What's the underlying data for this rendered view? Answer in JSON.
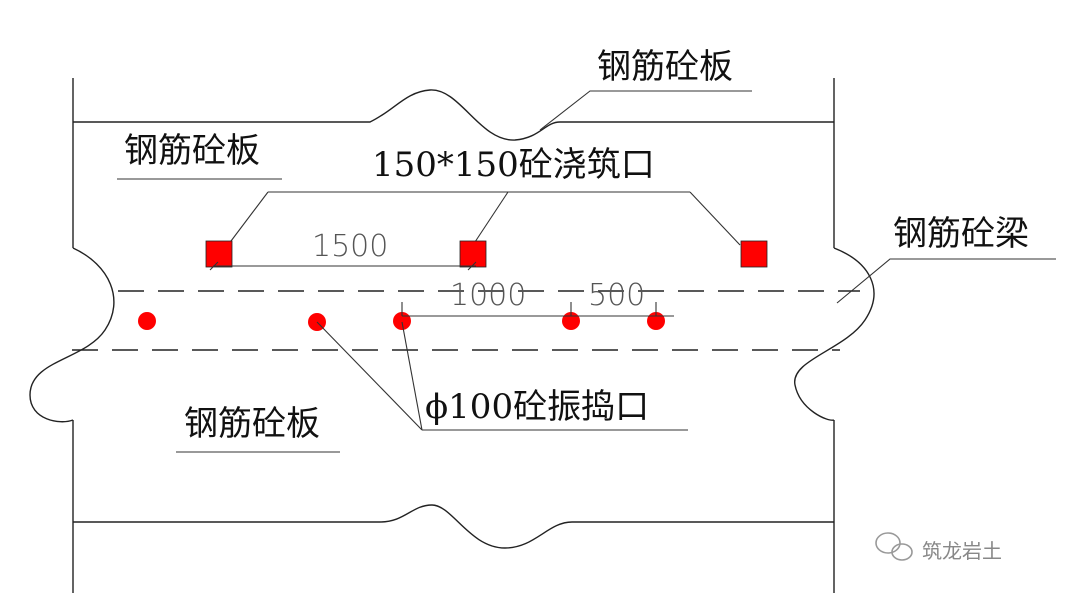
{
  "labels": {
    "slab_top_right": "钢筋砼板",
    "slab_top_left": "钢筋砼板",
    "pour_opening": "150*150砼浇筑口",
    "beam": "钢筋砼梁",
    "vibration_opening": "ϕ100砼振捣口",
    "slab_bottom": "钢筋砼板"
  },
  "dimensions": {
    "pour_spacing": "1500",
    "vibration_spacing": "1000",
    "vibration_half_spacing": "500"
  },
  "watermark": {
    "text": "筑龙岩土",
    "icon": "wechat-icon"
  },
  "colors": {
    "marker_red": "#ff0000",
    "line": "#222222"
  }
}
